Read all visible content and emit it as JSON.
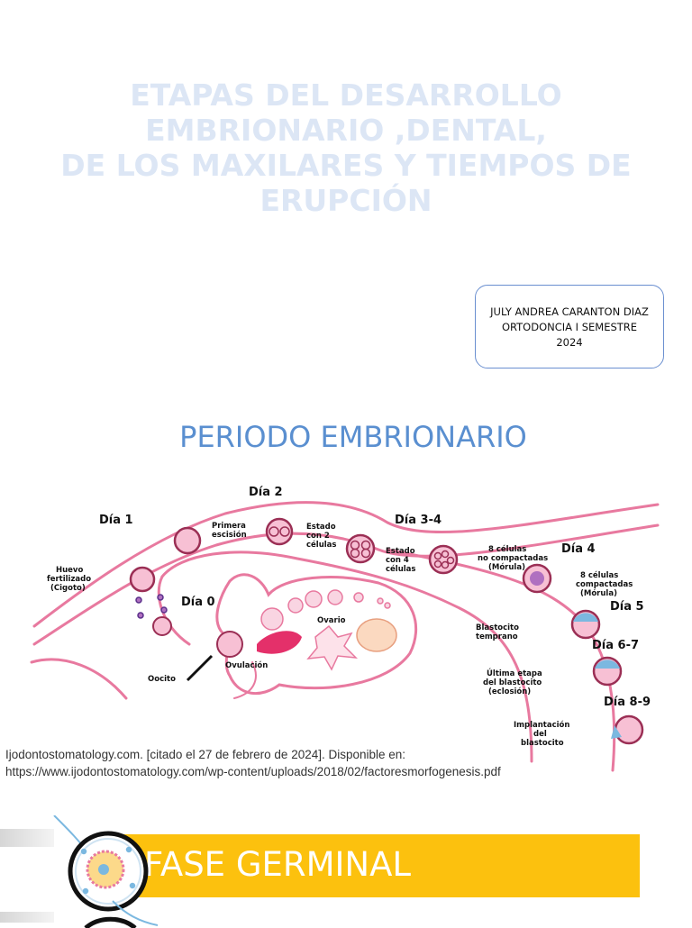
{
  "title": {
    "lines": [
      "ETAPAS DEL DESARROLLO",
      "EMBRIONARIO ,DENTAL,",
      "DE LOS MAXILARES Y TIEMPOS DE",
      "ERUPCIÓN"
    ]
  },
  "author": {
    "name": "JULY ANDREA CARANTON DIAZ",
    "program": "ORTODONCIA I SEMESTRE",
    "year": "2024"
  },
  "section_heading": "PERIODO EMBRIONARIO",
  "diagram": {
    "days": [
      "Día 2",
      "Día 1",
      "Día 3-4",
      "Día 4",
      "Día 0",
      "Día 5",
      "Día 6-7",
      "Día 8-9"
    ],
    "labels": {
      "primera_escision": [
        "Primera",
        "escisión"
      ],
      "estado_2": [
        "Estado",
        "con 2",
        "células"
      ],
      "estado_4": [
        "Estado",
        "con 4",
        "células"
      ],
      "huevo": [
        "Huevo",
        "fertilizado",
        "(Cigoto)"
      ],
      "no_compactadas": [
        "8 células",
        "no compactadas",
        "(Mórula)"
      ],
      "compactadas": [
        "8 células",
        "compactadas",
        "(Mórula)"
      ],
      "ovario": "Ovario",
      "blastocito_temprano": [
        "Blastocito",
        "temprano"
      ],
      "ovulacion": "Ovulación",
      "oocito": "Oocito",
      "ultima_etapa": [
        "Última etapa",
        "del blastocito",
        "(eclosión)"
      ],
      "implantacion": [
        "Implantación",
        "del",
        "blastocito"
      ]
    }
  },
  "citation": {
    "line1": "Ijodontostomatology.com. [citado el 27 de febrero de 2024]. Disponible en:",
    "line2": "https://www.ijodontostomatology.com/wp-content/uploads/2018/02/factoresmorfogenesis.pdf"
  },
  "phase": {
    "label": "FASE GERMINAL",
    "color": "#fcc10e"
  },
  "colors": {
    "title": "#dce6f5",
    "heading": "#5a8fd0",
    "tube": "#e8799f"
  }
}
